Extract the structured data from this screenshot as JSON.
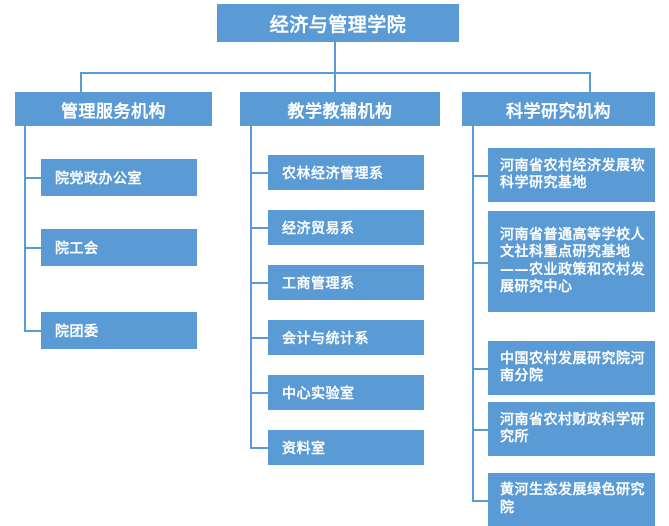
{
  "diagram": {
    "title": "经济与管理学院",
    "type": "organization-chart",
    "colors": {
      "box_fill": "#5B9BD5",
      "text": "#FFFFFF",
      "connector": "#5B9BD5",
      "background": "#FFFFFF"
    },
    "root": {
      "label": "经济与管理学院"
    },
    "branches": [
      {
        "label": "管理服务机构",
        "children": [
          {
            "label": "院党政办公室"
          },
          {
            "label": "院工会"
          },
          {
            "label": "院团委"
          }
        ]
      },
      {
        "label": "教学教辅机构",
        "children": [
          {
            "label": "农林经济管理系"
          },
          {
            "label": "经济贸易系"
          },
          {
            "label": "工商管理系"
          },
          {
            "label": "会计与统计系"
          },
          {
            "label": "中心实验室"
          },
          {
            "label": "资料室"
          }
        ]
      },
      {
        "label": "科学研究机构",
        "children": [
          {
            "label": "河南省农村经济发展软科学研究基地"
          },
          {
            "label": "河南省普通高等学校人文社科重点研究基地——农业政策和农村发展研究中心"
          },
          {
            "label": "中国农村发展研究院河南分院"
          },
          {
            "label": "河南省农村财政科学研究所"
          },
          {
            "label": "黄河生态发展绿色研究院"
          }
        ]
      }
    ]
  }
}
